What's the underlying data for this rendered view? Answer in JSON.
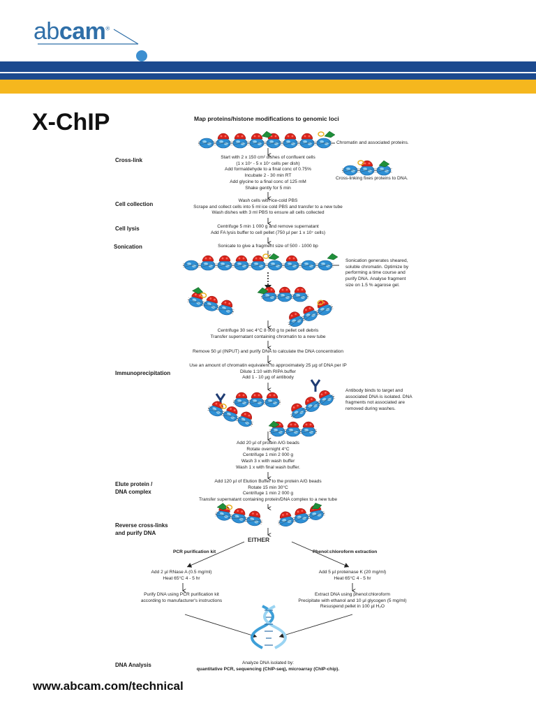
{
  "brand": {
    "logo_light": "ab",
    "logo_bold": "cam",
    "registered": "®",
    "blue": "#1c4a8f",
    "gold": "#f5b71e",
    "logo_blue": "#2f6fa8"
  },
  "title": "X-ChIP",
  "map_title": "Map proteins/histone modifications to genomic loci",
  "stages": {
    "crosslink": "Cross-link",
    "cell_collection": "Cell collection",
    "cell_lysis": "Cell lysis",
    "sonication": "Sonication",
    "immunoprecipitation": "Immunoprecipitation",
    "elute_line1": "Elute protein /",
    "elute_line2": "DNA complex",
    "reverse_line1": "Reverse cross-links",
    "reverse_line2": "and purify DNA",
    "dna_analysis": "DNA Analysis"
  },
  "steps": {
    "crosslink": [
      "Start with 2 x 150 cm² dishes of confluent cells",
      "(1 x 10⁷ - 5 x 10⁷ cells per dish)",
      "Add formaldehyde to a final conc of 0.75%",
      "Incubate 2 - 30 min RT",
      "Add glycine to a final conc of 125 mM",
      "Shake gently for 5 min"
    ],
    "collection": [
      "Wash cells with ice-cold PBS",
      "Scrape and collect cells into 5 ml ice cold PBS and transfer to a new tube",
      "Wash dishes with 3 ml PBS to ensure all cells collected"
    ],
    "lysis": [
      "Centrifuge 5 min 1 000 g and remove supernatant",
      "Add FA lysis buffer to cell pellet (750 µl per 1 x 10⁷ cells)"
    ],
    "sonication": [
      "Sonicate to give a fragment size of 500 - 1000 bp"
    ],
    "after_sonication": [
      "Centrifuge 30 sec 4°C 8 000 g to pellet cell debris",
      "Transfer supernatant containing chromatin to a new tube"
    ],
    "input": [
      "Remove 50 µl (INPUT) and purify DNA to calculate the DNA concentration"
    ],
    "ip": [
      "Use an amount of chromatin equivalent to approximately 25 µg of DNA per IP",
      "Dilute 1:10 with RIPA buffer",
      "Add 1 - 10 µg of antibody"
    ],
    "beads": [
      "Add 20 µl of protein A/G beads",
      "Rotate overnight 4°C",
      "Centrifuge 1 min 2 000 g",
      "Wash 3 x with wash buffer",
      "Wash 1 x with final wash buffer."
    ],
    "elute": [
      "Add 120 µl of Elution Buffer to the protein A/G beads",
      "Rotate 15 min 30°C",
      "Centrifuge 1 min 2 000 g",
      "Transfer supernatant containing protein/DNA complex to a new tube"
    ],
    "either": "EITHER",
    "pcr_kit_title": "PCR purification kit",
    "phenol_title": "Phenol:chloroform extraction",
    "pcr_a": [
      "Add 2 µl RNase A (0.5 mg/ml)",
      "Heat 65°C 4 - 5 hr"
    ],
    "pcr_b": [
      "Purify DNA using PCR purification kit",
      "according to manufacturer's instructions"
    ],
    "phenol_a": [
      "Add 5 µl proteinase K (20 mg/ml)",
      "Heat 65°C 4 - 5 hr"
    ],
    "phenol_b": [
      "Extract DNA using phenol:chloroform",
      "Precipitate with ethanol and 10 µl glycogen (5 mg/ml)",
      "Resuspend pellet in 100 µl H₂O"
    ],
    "analysis_line1": "Analyze DNA isolated by:",
    "analysis_line2": "quantitative PCR, sequencing (ChIP-seq), microarray (ChIP-chip)."
  },
  "notes": {
    "chromatin": "Chromatin and associated proteins.",
    "crosslinking": "Cross-linking fixes proteins to DNA.",
    "sonication": [
      "Sonication generates sheared,",
      "soluble chromatin. Optimize by",
      "performing a time course and",
      "purify DNA. Analyse fragment",
      "size on 1.5 % agarose gel."
    ],
    "antibody": [
      "Antibody binds to target and",
      "associated DNA is isolated. DNA",
      "fragments not associated are",
      "removed during washes."
    ]
  },
  "footer": "www.abcam.com/technical"
}
